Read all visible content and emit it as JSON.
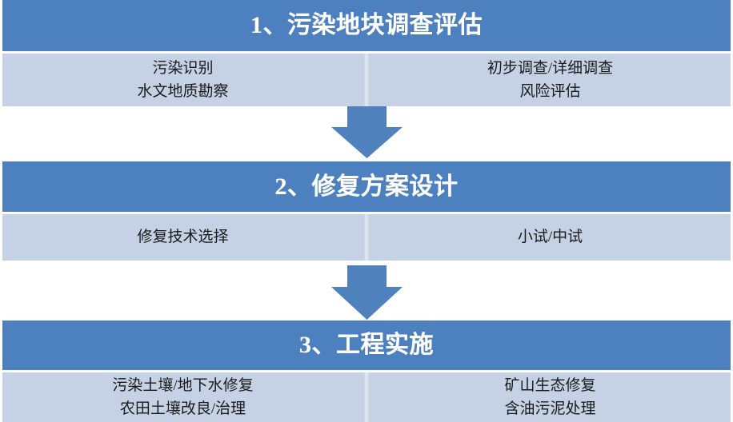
{
  "diagram": {
    "type": "vertical-flow",
    "colors": {
      "header_blue": "#4d80bf",
      "body_light_blue": "#c5d1e4",
      "arrow_blue": "#4f81bd",
      "divider": "#dde4f0",
      "header_text": "#ffffff",
      "body_text": "#1a1a1a",
      "background": "#ffffff"
    },
    "stages": [
      {
        "title": "1、污染地块调查评估",
        "left_items": [
          "污染识别",
          "水文地质勘察"
        ],
        "right_items": [
          "初步调查/详细调查",
          "风险评估"
        ]
      },
      {
        "title": "2、修复方案设计",
        "left_items": [
          "修复技术选择"
        ],
        "right_items": [
          "小试/中试"
        ]
      },
      {
        "title": "3、工程实施",
        "left_items": [
          "污染土壤/地下水修复",
          "农田土壤改良/治理"
        ],
        "right_items": [
          "矿山生态修复",
          "含油污泥处理"
        ]
      }
    ],
    "connectors": [
      {
        "icon": "down-arrow-icon"
      },
      {
        "icon": "down-arrow-icon"
      }
    ]
  }
}
